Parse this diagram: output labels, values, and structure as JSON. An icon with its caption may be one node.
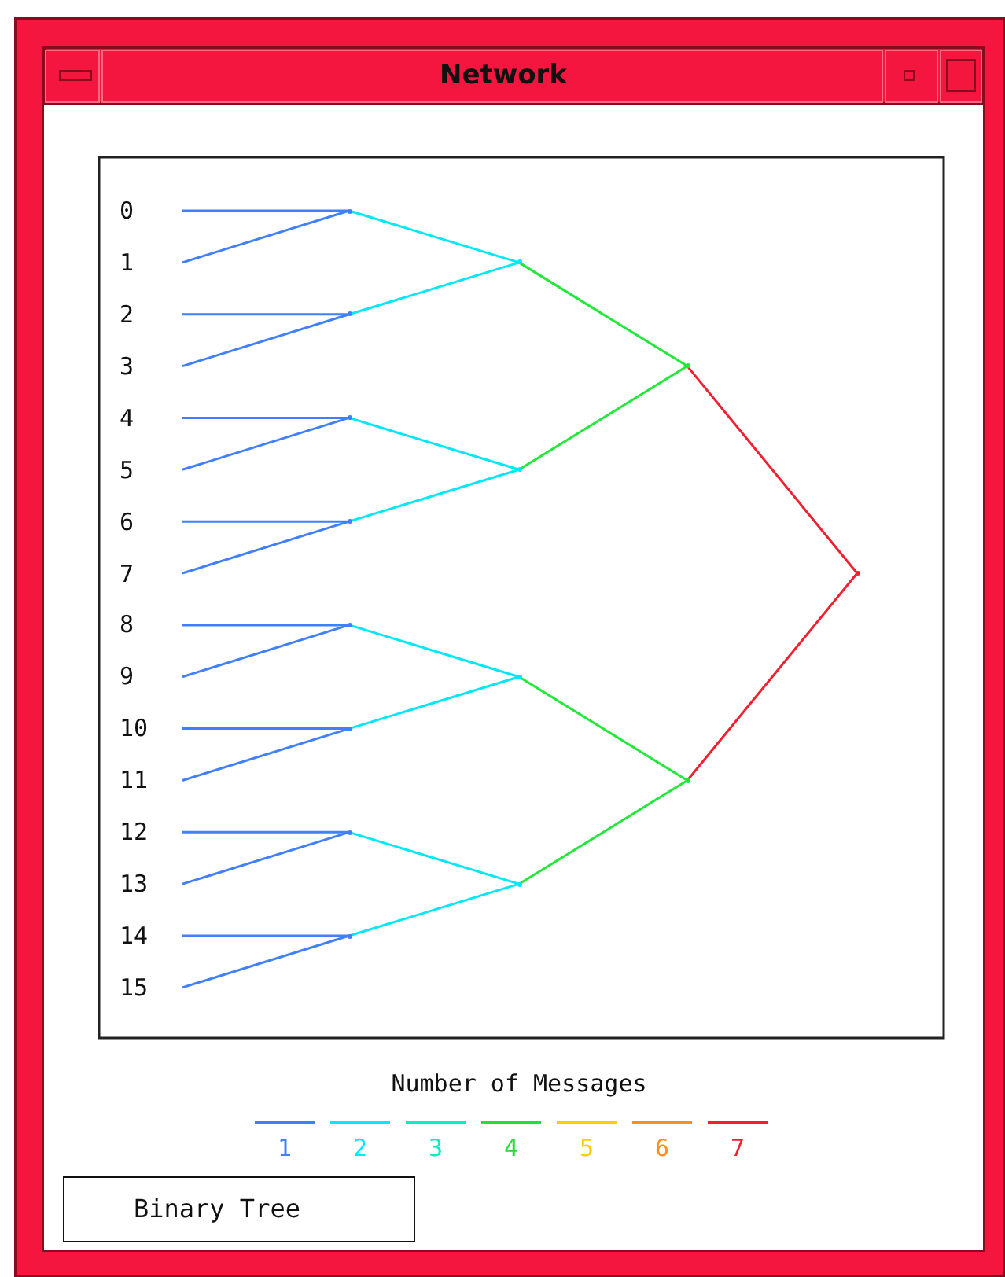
{
  "diagram": {
    "title": "Network",
    "nodes": [
      {
        "text": [
          "0"
        ]
      },
      {
        "text": [
          "1"
        ]
      },
      {
        "text": [
          "2"
        ]
      },
      {
        "text": [
          "3"
        ]
      },
      {
        "text": [
          "4"
        ]
      },
      {
        "text": [
          "5"
        ]
      },
      {
        "text": [
          "6"
        ]
      },
      {
        "text": [
          "7"
        ]
      },
      {
        "text": [
          "8"
        ]
      },
      {
        "text": [
          "9"
        ]
      },
      {
        "text": [
          "10"
        ]
      },
      {
        "text": [
          "11"
        ]
      },
      {
        "text": [
          "12"
        ]
      },
      {
        "text": [
          "13"
        ]
      },
      {
        "text": [
          "14"
        ]
      },
      {
        "text": [
          "15"
        ]
      },
      {
        "text": [],
        "shape": "point"
      },
      {
        "text": [],
        "shape": "point"
      },
      {
        "text": [],
        "shape": "point"
      },
      {
        "text": [],
        "shape": "point"
      },
      {
        "text": [],
        "shape": "point"
      },
      {
        "text": [],
        "shape": "point"
      },
      {
        "text": [],
        "shape": "point"
      },
      {
        "text": [],
        "shape": "point"
      },
      {
        "text": [],
        "shape": "point"
      },
      {
        "text": [],
        "shape": "point"
      },
      {
        "text": [],
        "shape": "point"
      },
      {
        "text": [],
        "shape": "point"
      },
      {
        "text": [],
        "shape": "point"
      },
      {
        "text": [],
        "shape": "point"
      },
      {
        "text": [],
        "shape": "point"
      },
      {
        "text": [
          "Binary Tree"
        ]
      }
    ],
    "edges": [
      {
        "from": 0,
        "to": 16,
        "arrow": "none"
      },
      {
        "from": 1,
        "to": 16,
        "arrow": "none"
      },
      {
        "from": 2,
        "to": 17,
        "arrow": "none"
      },
      {
        "from": 3,
        "to": 17,
        "arrow": "none"
      },
      {
        "from": 4,
        "to": 18,
        "arrow": "none"
      },
      {
        "from": 5,
        "to": 18,
        "arrow": "none"
      },
      {
        "from": 6,
        "to": 19,
        "arrow": "none"
      },
      {
        "from": 7,
        "to": 19,
        "arrow": "none"
      },
      {
        "from": 8,
        "to": 20,
        "arrow": "none"
      },
      {
        "from": 9,
        "to": 20,
        "arrow": "none"
      },
      {
        "from": 10,
        "to": 21,
        "arrow": "none"
      },
      {
        "from": 11,
        "to": 21,
        "arrow": "none"
      },
      {
        "from": 12,
        "to": 22,
        "arrow": "none"
      },
      {
        "from": 13,
        "to": 22,
        "arrow": "none"
      },
      {
        "from": 14,
        "to": 23,
        "arrow": "none"
      },
      {
        "from": 15,
        "to": 23,
        "arrow": "none"
      },
      {
        "from": 16,
        "to": 24,
        "arrow": "none",
        "color": "#00e8f8"
      },
      {
        "from": 17,
        "to": 24,
        "arrow": "none",
        "color": "#00e8f8"
      },
      {
        "from": 18,
        "to": 25,
        "arrow": "none",
        "color": "#00e8f8"
      },
      {
        "from": 19,
        "to": 25,
        "arrow": "none",
        "color": "#00e8f8"
      },
      {
        "from": 20,
        "to": 26,
        "arrow": "none",
        "color": "#00e8f8"
      },
      {
        "from": 21,
        "to": 26,
        "arrow": "none",
        "color": "#00e8f8"
      },
      {
        "from": 22,
        "to": 27,
        "arrow": "none",
        "color": "#00e8f8"
      },
      {
        "from": 23,
        "to": 27,
        "arrow": "none",
        "color": "#00e8f8"
      },
      {
        "from": 24,
        "to": 28,
        "arrow": "none",
        "color": "#22e83a"
      },
      {
        "from": 25,
        "to": 28,
        "arrow": "none",
        "color": "#22e83a"
      },
      {
        "from": 26,
        "to": 29,
        "arrow": "none",
        "color": "#22e83a"
      },
      {
        "from": 27,
        "to": 29,
        "arrow": "none",
        "color": "#22e83a"
      },
      {
        "from": 28,
        "to": 30,
        "arrow": "none",
        "color": "#f02030"
      },
      {
        "from": 29,
        "to": 30,
        "arrow": "none",
        "color": "#f02030"
      }
    ],
    "labels": [
      "Number of Messages"
    ],
    "legend": [
      {
        "text": "1",
        "color": "#4080ff"
      },
      {
        "text": "2",
        "color": "#00e8ff"
      },
      {
        "text": "3",
        "color": "#00f0c0"
      },
      {
        "text": "4",
        "color": "#20e030"
      },
      {
        "text": "5",
        "color": "#ffcc00"
      },
      {
        "text": "6",
        "color": "#ff9020"
      },
      {
        "text": "7",
        "color": "#f02030"
      }
    ]
  }
}
